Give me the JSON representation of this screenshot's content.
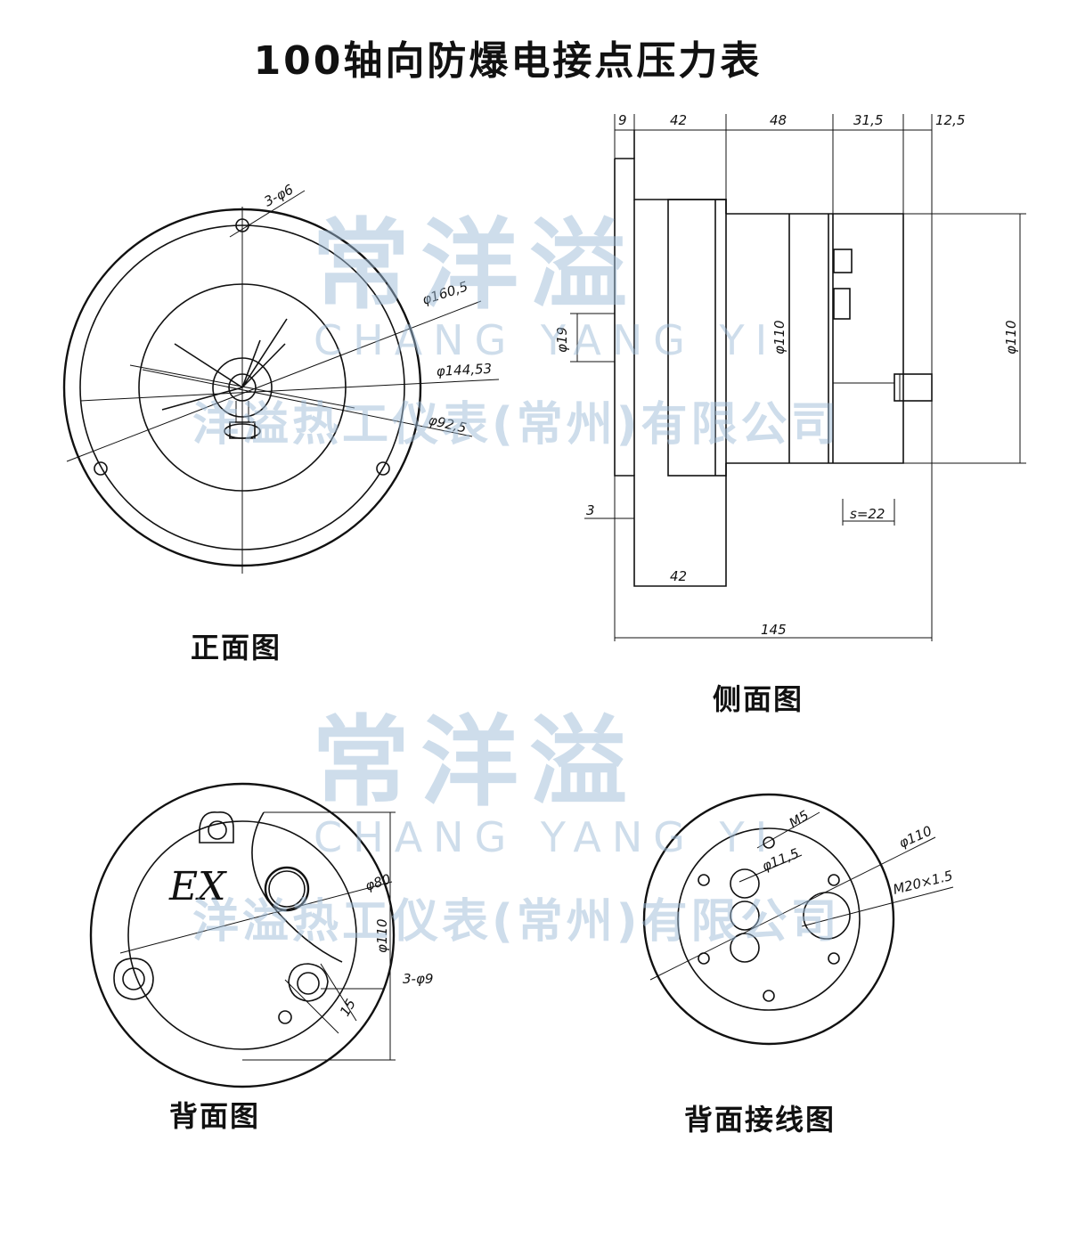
{
  "title": "100轴向防爆电接点压力表",
  "views": {
    "front": "正面图",
    "side": "侧面图",
    "back": "背面图",
    "wiring": "背面接线图"
  },
  "watermark": {
    "cn": "常洋溢",
    "en": "CHANG YANG YI",
    "company": "洋溢热工仪表(常州)有限公司",
    "color": "#9dbcd8"
  },
  "front_dims": {
    "holes": "3-φ6",
    "d1": "φ160,5",
    "d2": "φ144,53",
    "d3": "φ92,5"
  },
  "side_dims": {
    "top": [
      "9",
      "42",
      "48",
      "31,5",
      "12,5"
    ],
    "d19": "φ19",
    "d110a": "φ110",
    "d110b": "φ110",
    "three": "3",
    "bottom42": "42",
    "s": "s=22",
    "total": "145"
  },
  "back_dims": {
    "ex": "EX",
    "d80": "φ80",
    "d110": "φ110",
    "holes": "3-φ9",
    "fifteen": "15"
  },
  "wiring_dims": {
    "m5": "M5",
    "d115": "φ11,5",
    "d110": "φ110",
    "m20": "M20×1.5"
  }
}
